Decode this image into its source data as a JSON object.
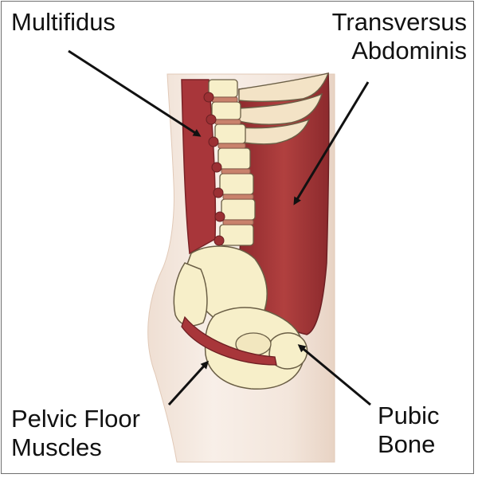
{
  "labels": {
    "multifidus": "Multifidus",
    "transversus_line1": "Transversus",
    "transversus_line2": "Abdominis",
    "pelvic_line1": "Pelvic Floor",
    "pelvic_line2": "Muscles",
    "pubic_line1": "Pubic",
    "pubic_line2": "Bone"
  },
  "colors": {
    "skin_light": "#f6ece3",
    "skin_mid": "#ead6c7",
    "skin_dark": "#d9bca7",
    "muscle": "#a8363a",
    "muscle_dark": "#7e2427",
    "bone": "#f7efc9",
    "bone_outline": "#6a5e45",
    "disc": "#c9826c",
    "arrow": "#111111"
  },
  "icons": {
    "arrow": "arrow-pointer"
  }
}
